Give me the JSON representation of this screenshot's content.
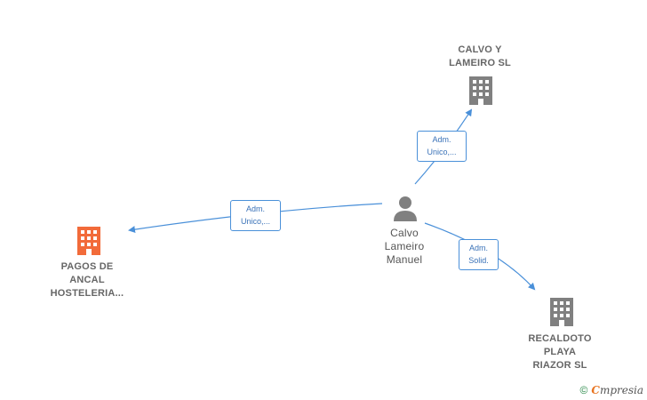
{
  "nodes": {
    "calvo_y_lameiro": {
      "label_lines": [
        "CALVO Y",
        "LAMEIRO  SL"
      ]
    },
    "pagos_de_ancal": {
      "label_lines": [
        "PAGOS DE",
        "ANCAL",
        "HOSTELERIA..."
      ]
    },
    "person": {
      "label_lines": [
        "Calvo",
        "Lameiro",
        "Manuel"
      ]
    },
    "recaldoto": {
      "label_lines": [
        "RECALDOTO",
        "PLAYA",
        "RIAZOR  SL"
      ]
    }
  },
  "edges": {
    "to_calvo": {
      "lines": [
        "Adm.",
        "Unico,..."
      ]
    },
    "to_pagos": {
      "lines": [
        "Adm.",
        "Unico,..."
      ]
    },
    "to_recaldoto": {
      "lines": [
        "Adm.",
        "Solid."
      ]
    }
  },
  "colors": {
    "edge": "#4a90d9",
    "building_default": "#808080",
    "building_highlight": "#f26b3a",
    "person": "#808080"
  },
  "footer": {
    "copyright_symbol": "©",
    "brand_first": "C",
    "brand_rest": "mpresia"
  }
}
